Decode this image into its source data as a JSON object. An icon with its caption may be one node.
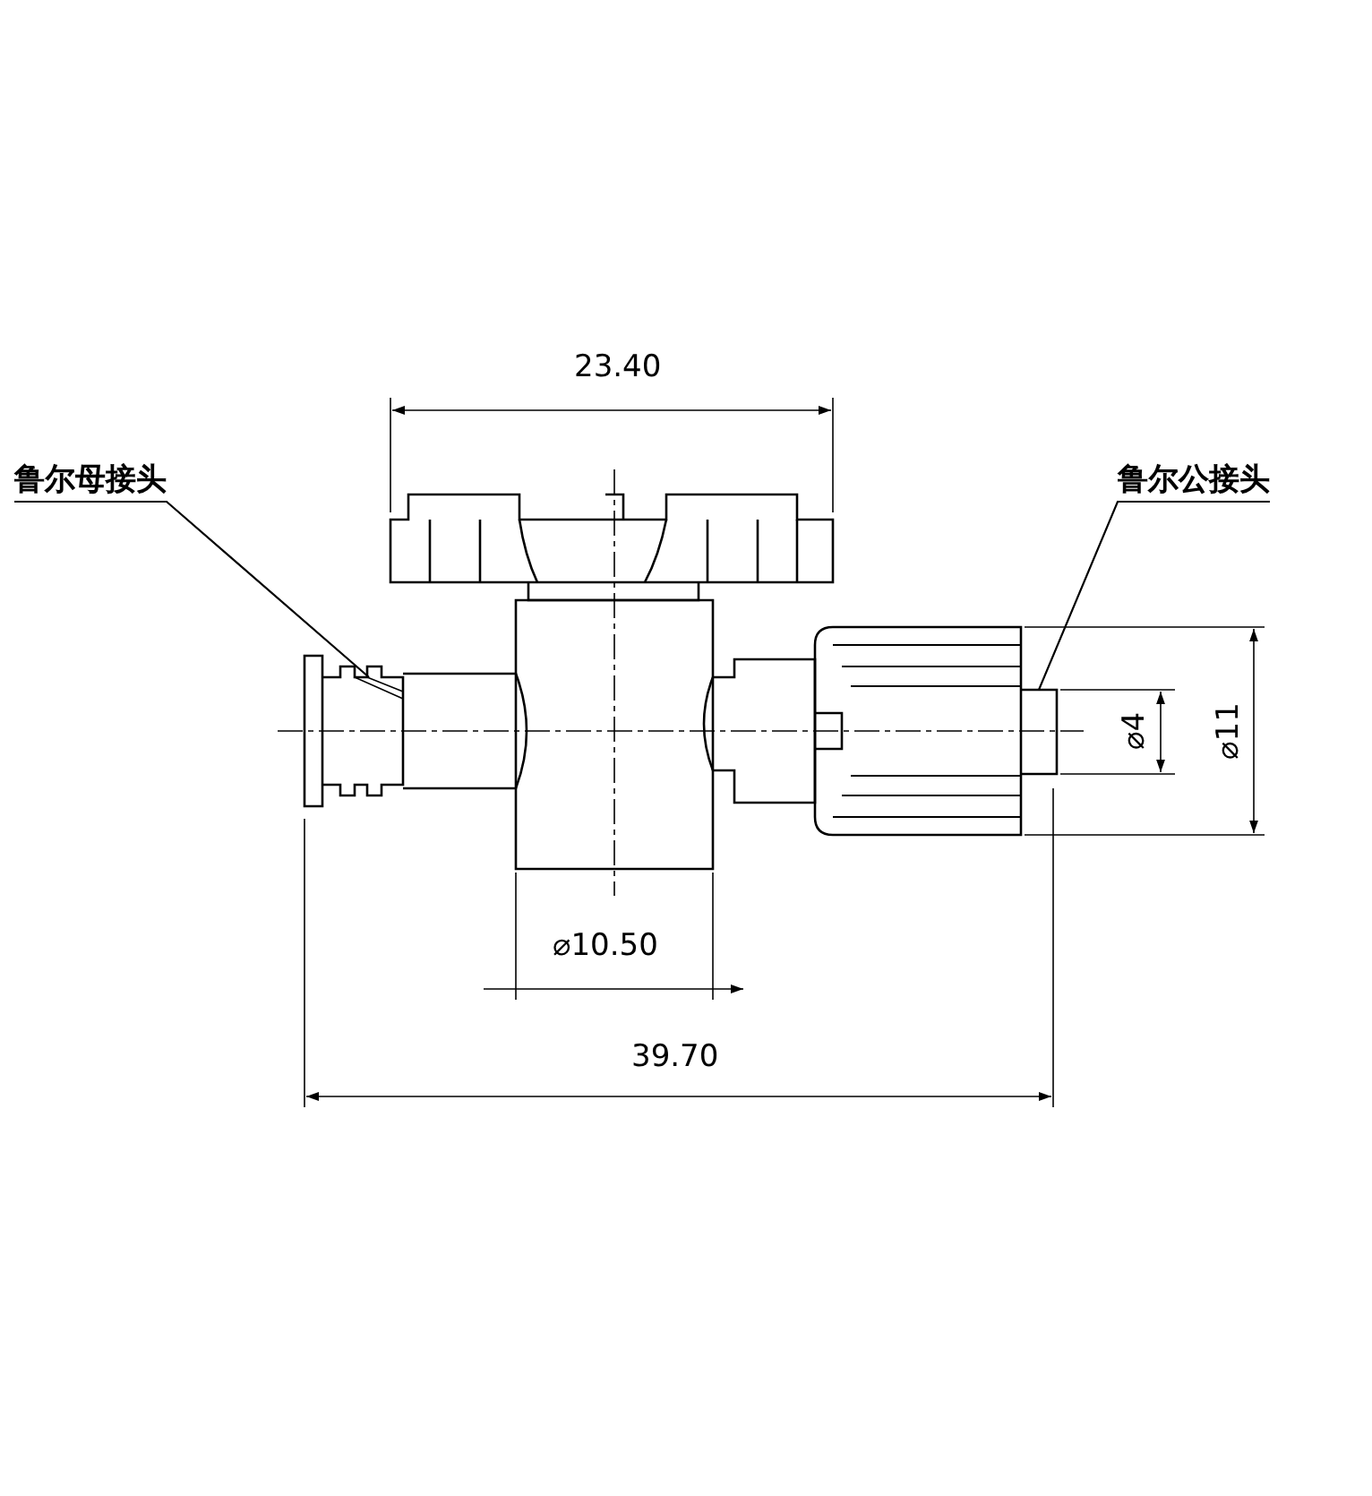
{
  "diagram": {
    "nodes": [
      {
        "text": [
          "鲁尔母接头"
        ]
      },
      {
        "text": [
          "鲁尔公接头"
        ]
      },
      {
        "text": [],
        "shape": "picture"
      },
      {
        "text": [],
        "shape": "picture"
      }
    ],
    "edges": [
      {
        "from": 0,
        "to": 2,
        "arrow": "none"
      },
      {
        "from": 1,
        "to": 3,
        "arrow": "none"
      }
    ],
    "labels": [
      "23.40",
      "⌀10.50",
      "39.70",
      "⌀4",
      "⌀11"
    ]
  }
}
